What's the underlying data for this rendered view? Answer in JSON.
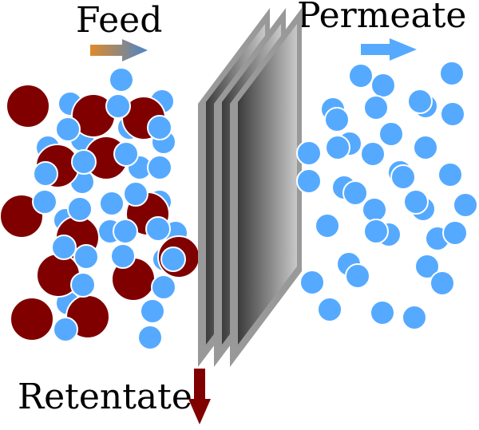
{
  "labels": {
    "feed": "Feed",
    "permeate": "Permeate",
    "retentate": "Retentate"
  },
  "colors": {
    "large_particle": "#800000",
    "small_particle": "#55aaff",
    "particle_stroke": "#ffffff",
    "membrane_frame": "#999999",
    "membrane_dark": "#3c3c3c",
    "membrane_light": "#c8c8c8",
    "feed_arrow_start": "#e08a2a",
    "feed_arrow_end": "#4a86c8",
    "permeate_arrow": "#55aaff",
    "retentate_arrow": "#800000"
  },
  "legend": {
    "large_particle": "retained-particle",
    "small_particle": "permeating-particle"
  }
}
